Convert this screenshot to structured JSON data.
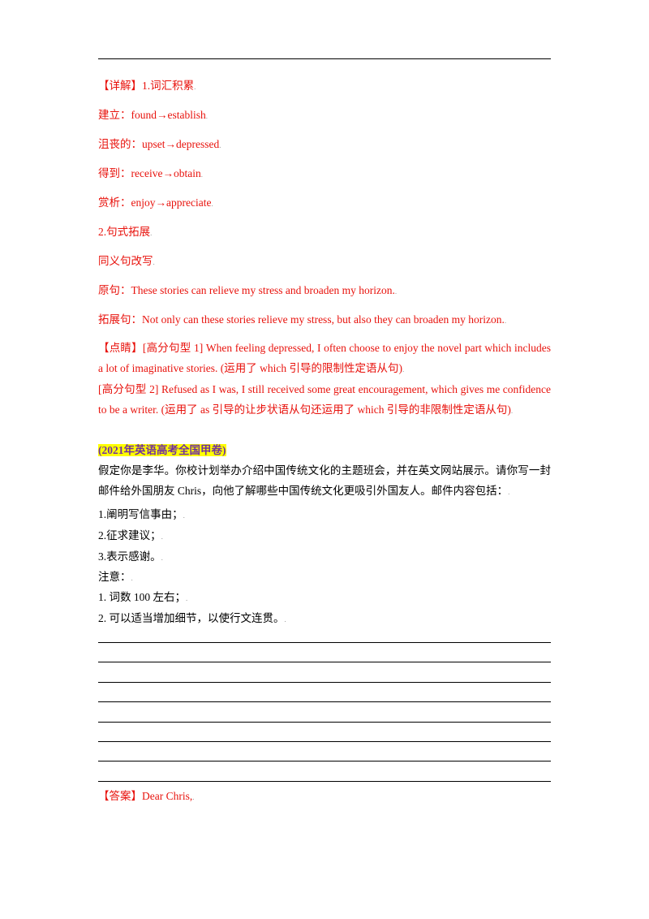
{
  "detail": {
    "heading": "【详解】",
    "item1": "1.词汇积累",
    "vocab": [
      "建立：found→establish",
      "沮丧的：upset→depressed",
      "得到：receive→obtain",
      "赏析：enjoy→appreciate"
    ],
    "item2": "2.句式拓展",
    "rewrite": "同义句改写",
    "original": "原句：These stories can relieve my stress and broaden my horizon.",
    "expanded": "拓展句：Not only can these stories relieve my stress, but also they can broaden my horizon.",
    "para_mark": "."
  },
  "tips": {
    "heading": "【点睛】",
    "text1": "[高分句型 1] When feeling depressed, I often choose to enjoy the novel part which includes a lot of imaginative stories. (运用了 which 引导的限制性定语从句)",
    "text2": "[高分句型 2] Refused as I was, I still received some great encouragement, which gives me confidence to be a writer. (运用了 as 引导的让步状语从句还运用了 which 引导的非限制性定语从句)"
  },
  "task": {
    "source": "(2021年英语高考全国甲卷)",
    "prompt": "假定你是李华。你校计划举办介绍中国传统文化的主题班会，并在英文网站展示。请你写一封邮件给外国朋友 Chris，向他了解哪些中国传统文化更吸引外国友人。邮件内容包括：",
    "points": [
      "1.阐明写信事由；",
      "2.征求建议；",
      "3.表示感谢。"
    ],
    "note_label": "注意：",
    "notes": [
      "1. 词数 100 左右；",
      "2. 可以适当增加细节，以使行文连贯。"
    ]
  },
  "answer": {
    "label": "【答案】",
    "text": "Dear Chris,"
  },
  "colors": {
    "red": "#e8120c",
    "purple": "#7030a0",
    "highlight": "#ffff00"
  }
}
